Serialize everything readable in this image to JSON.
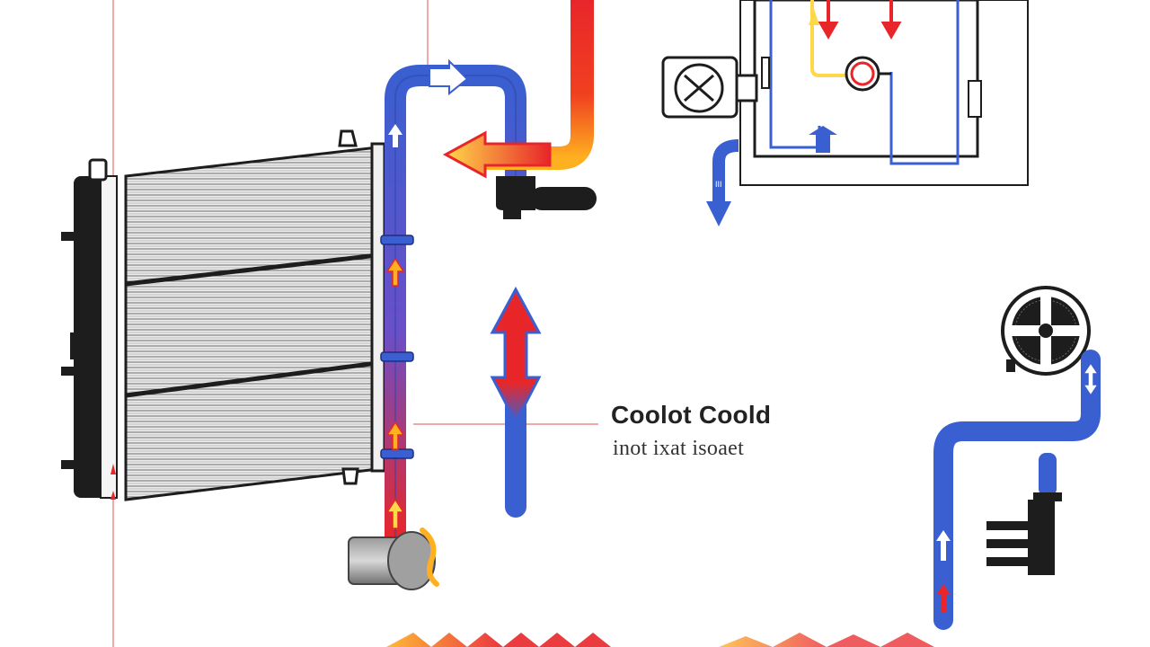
{
  "labels": {
    "title": "Coolot Coold",
    "subtitle": "inot ixat isoaet"
  },
  "colors": {
    "coolant_cold": "#3a5fd0",
    "coolant_hot": "#e8262a",
    "coolant_warm": "#ffb020",
    "outline": "#1a1a1a",
    "guide_line": "#e05050",
    "background": "#ffffff"
  },
  "components": [
    {
      "name": "radiator"
    },
    {
      "name": "water-pump"
    },
    {
      "name": "engine-block"
    },
    {
      "name": "cooling-fan"
    },
    {
      "name": "fan-motor"
    },
    {
      "name": "thermostat-housing"
    },
    {
      "name": "coolant-sensor"
    }
  ]
}
